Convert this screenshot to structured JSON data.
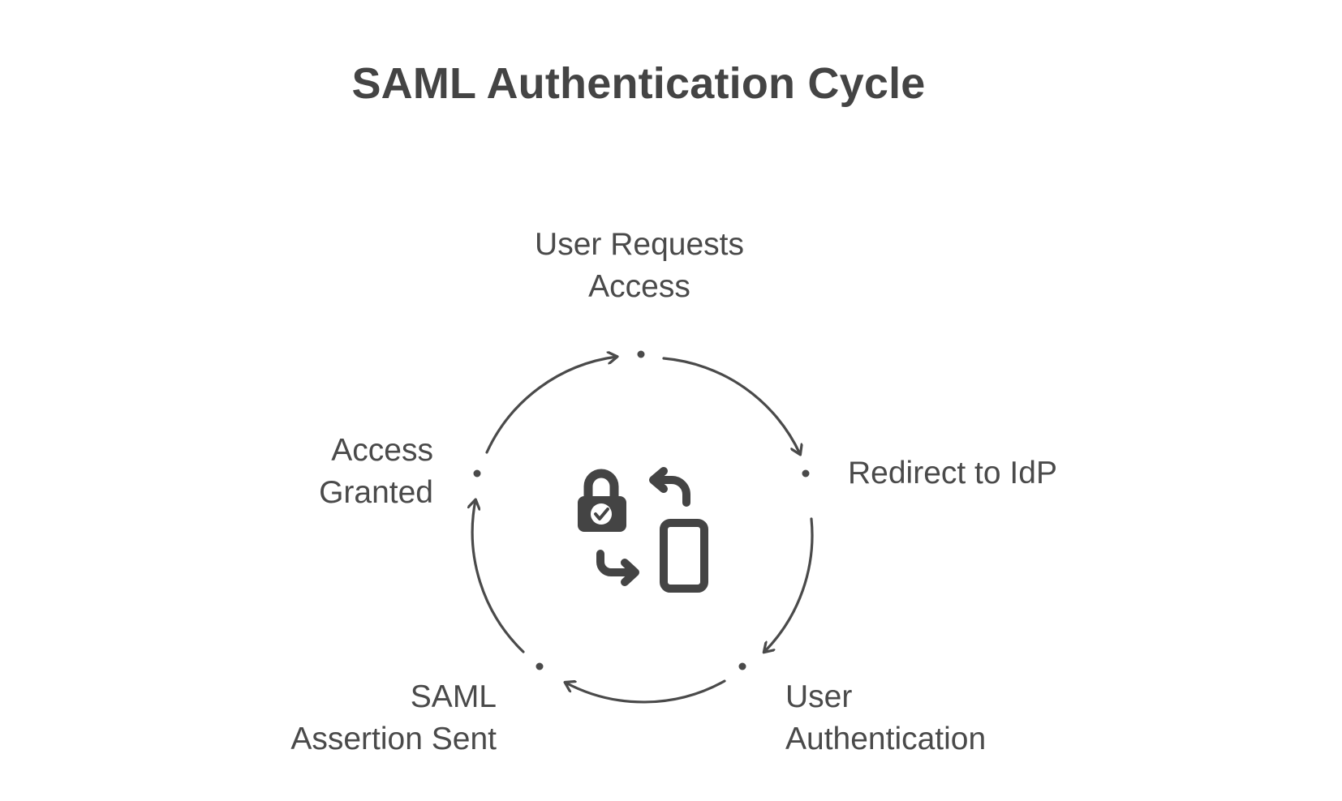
{
  "diagram": {
    "title": "SAML Authentication Cycle",
    "steps": [
      {
        "id": "request",
        "lines": [
          "User Requests",
          "Access"
        ]
      },
      {
        "id": "redirect",
        "lines": [
          "Redirect to IdP"
        ]
      },
      {
        "id": "authenticate",
        "lines": [
          "User",
          "Authentication"
        ]
      },
      {
        "id": "assertion",
        "lines": [
          "SAML",
          "Assertion Sent"
        ]
      },
      {
        "id": "granted",
        "lines": [
          "Access",
          "Granted"
        ]
      }
    ],
    "center_icon": "lock-check-phone-exchange-icon",
    "colors": {
      "text": "#444444",
      "stroke": "#4a4a4a",
      "background": "#ffffff"
    }
  }
}
